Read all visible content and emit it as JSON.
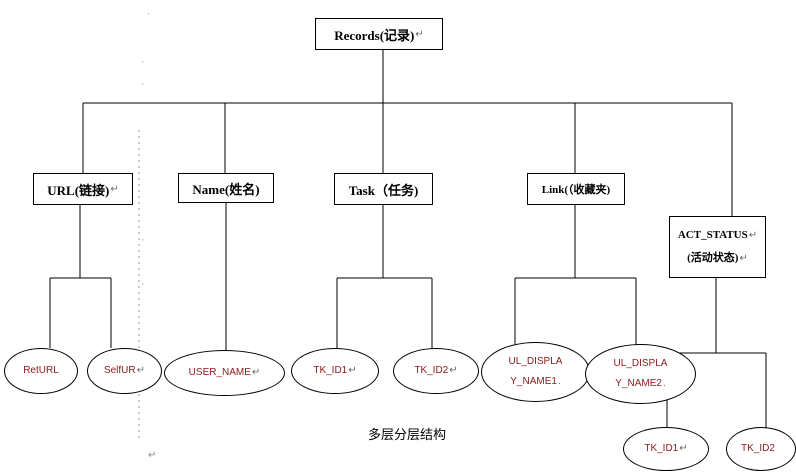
{
  "diagram": {
    "root": {
      "label": "Records(记录)"
    },
    "categories": [
      {
        "label": "URL(链接)"
      },
      {
        "label": "Name(姓名)"
      },
      {
        "label": "Task（任务)"
      },
      {
        "label": "Link(（收藏夹)"
      },
      {
        "label": "ACT_STATUS",
        "label2": "(活动状态)"
      }
    ],
    "leaves": [
      {
        "label": "RetURL"
      },
      {
        "label": "SelfUR"
      },
      {
        "label": "USER_NAME"
      },
      {
        "label": "TK_ID1"
      },
      {
        "label": "TK_ID2"
      },
      {
        "label": "UL_DISPLA",
        "label2": "Y_NAME1"
      },
      {
        "label": "UL_DISPLA",
        "label2": "Y_NAME2"
      },
      {
        "label": "TK_ID1"
      },
      {
        "label": "TK_ID2"
      }
    ],
    "caption": "多层分层结构",
    "paragraph_mark": "↵"
  }
}
